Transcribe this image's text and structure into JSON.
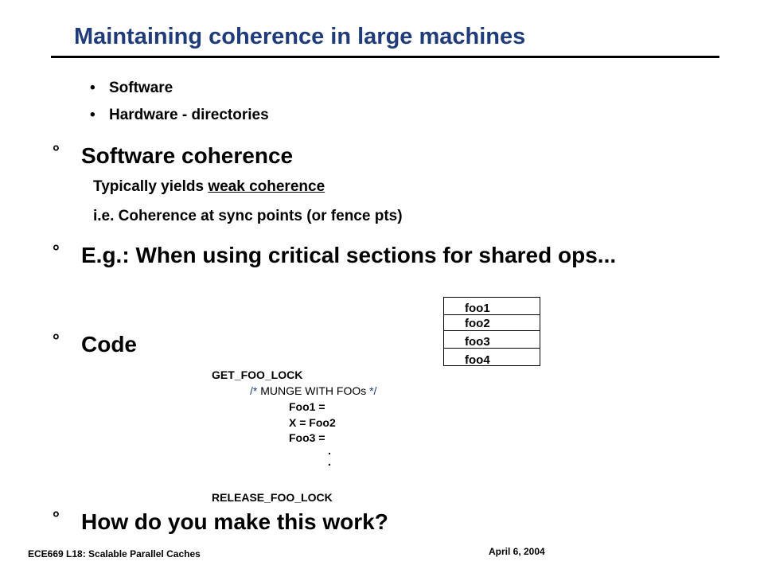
{
  "slide": {
    "title": "Maintaining coherence in large machines",
    "bullets": [
      "Software",
      "Hardware - directories"
    ],
    "degree_symbol": "°",
    "section1": {
      "heading": "Software coherence",
      "line1_prefix": "Typically yields ",
      "line1_underlined": "weak coherence",
      "line2": "i.e. Coherence at sync points (or fence pts)"
    },
    "section2": {
      "heading": "E.g.: When using critical sections for shared ops..."
    },
    "cache_box": {
      "rows": [
        "foo1",
        "foo2",
        "foo3",
        "foo4"
      ]
    },
    "section3": {
      "heading": "Code"
    },
    "code": {
      "get_lock": "GET_FOO_LOCK",
      "comment_open": "/*",
      "comment_body": " MUNGE WITH FOOs ",
      "comment_close": "*/",
      "stmt1": "Foo1 =",
      "stmt2": "X = Foo2",
      "stmt3": "Foo3 =",
      "dot1": ".",
      "dot2": ".",
      "release_lock": "RELEASE_FOO_LOCK"
    },
    "section4": {
      "heading": "How do you make this work?"
    },
    "footer": {
      "course": "ECE669  L18: Scalable Parallel Caches",
      "date": "April 6, 2004"
    }
  }
}
